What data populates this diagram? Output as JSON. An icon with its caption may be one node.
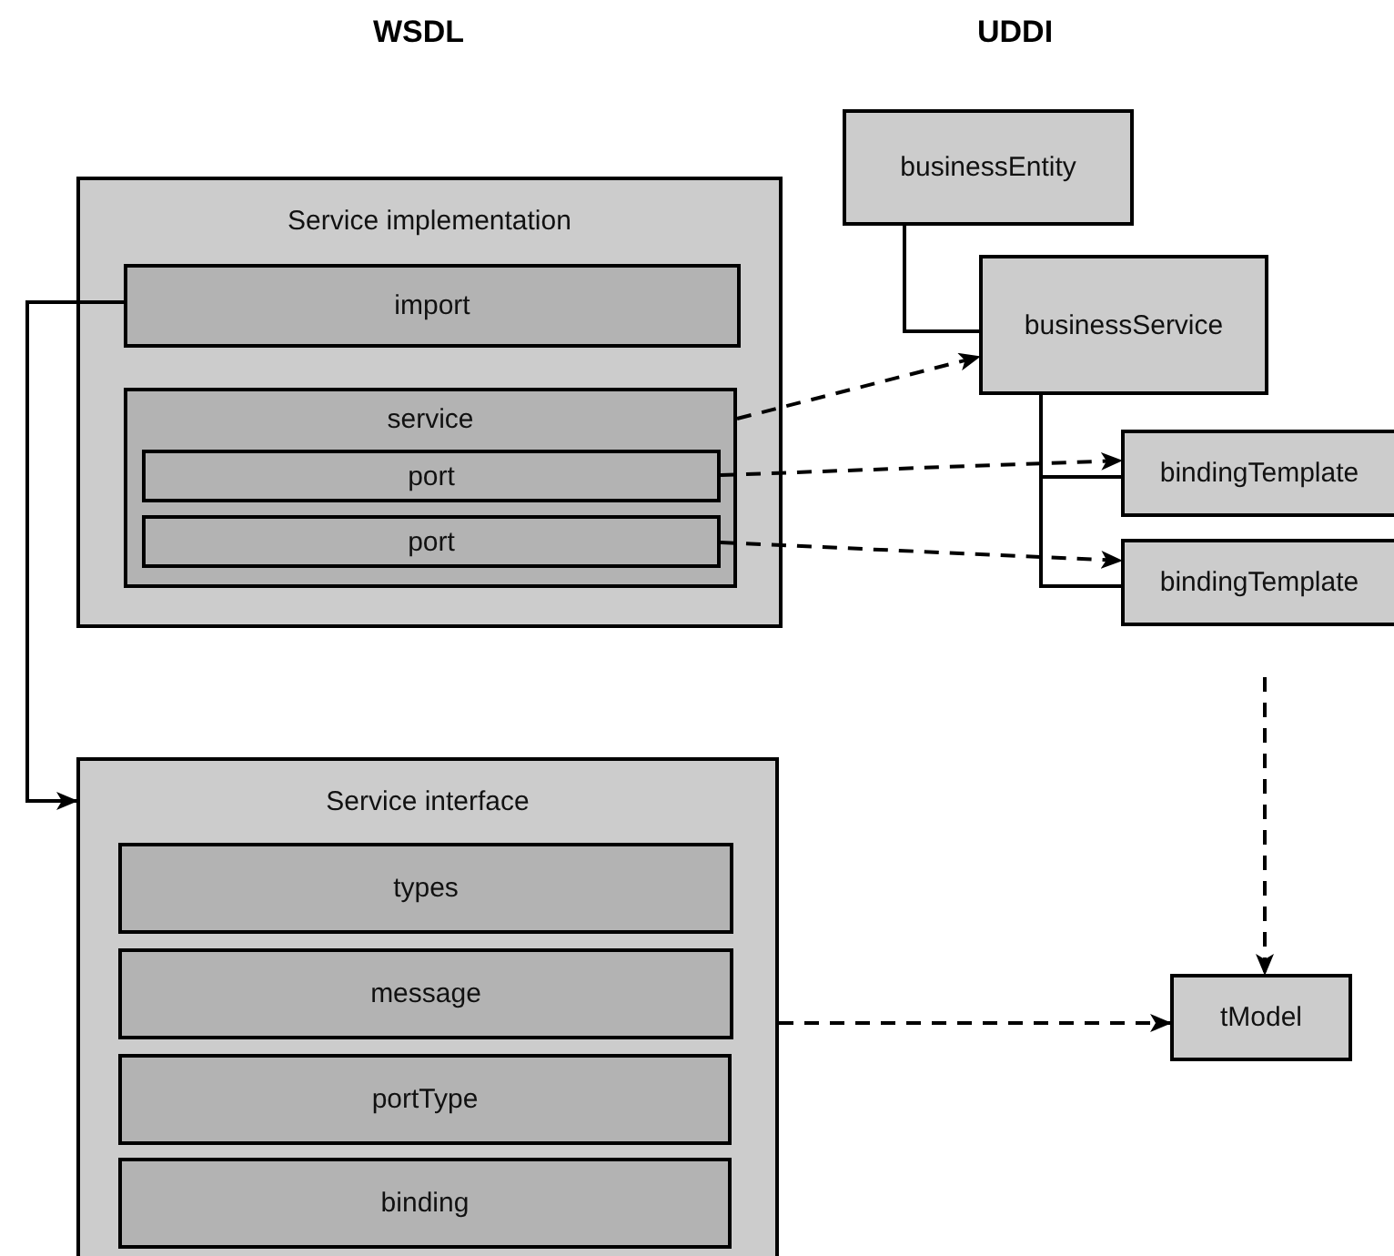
{
  "diagram": {
    "nodes": [
      {
        "text": [
          "Service implementation"
        ]
      },
      {
        "text": [
          "import"
        ],
        "in": 0
      },
      {
        "text": [
          "service"
        ],
        "in": 0
      },
      {
        "text": [
          "port"
        ],
        "in": 2
      },
      {
        "text": [
          "port"
        ],
        "in": 2
      },
      {
        "text": [
          "Service interface"
        ]
      },
      {
        "text": [
          "types"
        ],
        "in": 5
      },
      {
        "text": [
          "message"
        ],
        "in": 5
      },
      {
        "text": [
          "portType"
        ],
        "in": 5
      },
      {
        "text": [
          "binding"
        ],
        "in": 5
      },
      {
        "text": [
          "businessEntity"
        ]
      },
      {
        "text": [
          "businessService"
        ]
      },
      {
        "text": [
          "bindingTemplate"
        ]
      },
      {
        "text": [
          "bindingTemplate"
        ]
      },
      {
        "text": [
          "tModel"
        ]
      }
    ],
    "edges": [
      {
        "from": 1,
        "to": 5,
        "arrow": "to"
      },
      {
        "from": 2,
        "to": 11,
        "arrow": "to",
        "style": "dashed"
      },
      {
        "from": 3,
        "to": 12,
        "arrow": "to",
        "style": "dashed"
      },
      {
        "from": 4,
        "to": 13,
        "arrow": "to",
        "style": "dashed"
      },
      {
        "from": 10,
        "to": 11,
        "arrow": "none"
      },
      {
        "from": 11,
        "to": 12,
        "arrow": "none"
      },
      {
        "from": 11,
        "to": 13,
        "arrow": "none"
      },
      {
        "from": null,
        "to": 14,
        "arrow": "to",
        "style": "dashed"
      },
      {
        "from": 5,
        "to": 14,
        "arrow": "to",
        "style": "dashed"
      }
    ],
    "labels": [
      "WSDL",
      "UDDI"
    ]
  }
}
